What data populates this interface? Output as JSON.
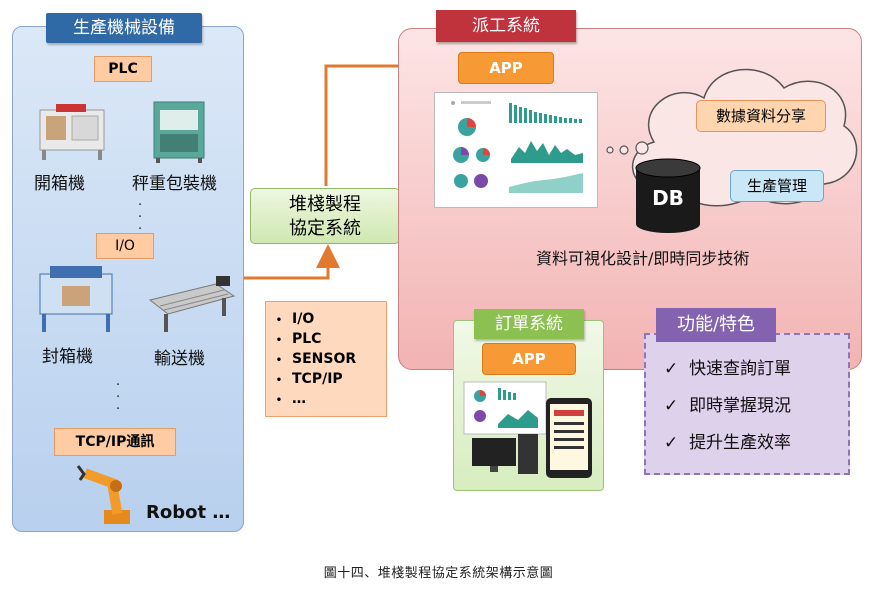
{
  "left": {
    "title": "生產機械設備",
    "plc": "PLC",
    "io": "I/O",
    "tcp": "TCP/IP通訊",
    "machines": [
      "開箱機",
      "秤重包裝機",
      "封箱機",
      "輸送機"
    ],
    "robot": "Robot …"
  },
  "middle": {
    "system_line1": "堆棧製程",
    "system_line2": "協定系統",
    "protocols": [
      "I/O",
      "PLC",
      "SENSOR",
      "TCP/IP",
      "…"
    ]
  },
  "dispatch": {
    "title": "派工系統",
    "app": "APP",
    "cloud_items": [
      "數據資料分享",
      "生產管理"
    ],
    "db": "DB",
    "sync": "資料可視化設計/即時同步技術"
  },
  "order": {
    "title": "訂單系統",
    "app": "APP"
  },
  "features": {
    "title": "功能/特色",
    "items": [
      "快速查詢訂單",
      "即時掌握現況",
      "提升生產效率"
    ]
  },
  "caption": "圖十四、堆棧製程協定系統架構示意圖",
  "colors": {
    "arrow": "#e07a2e",
    "dispatch_title": "#c0323c",
    "left_title": "#2f6aa7",
    "order_title": "#8cc152",
    "feature_title": "#8363b0"
  }
}
